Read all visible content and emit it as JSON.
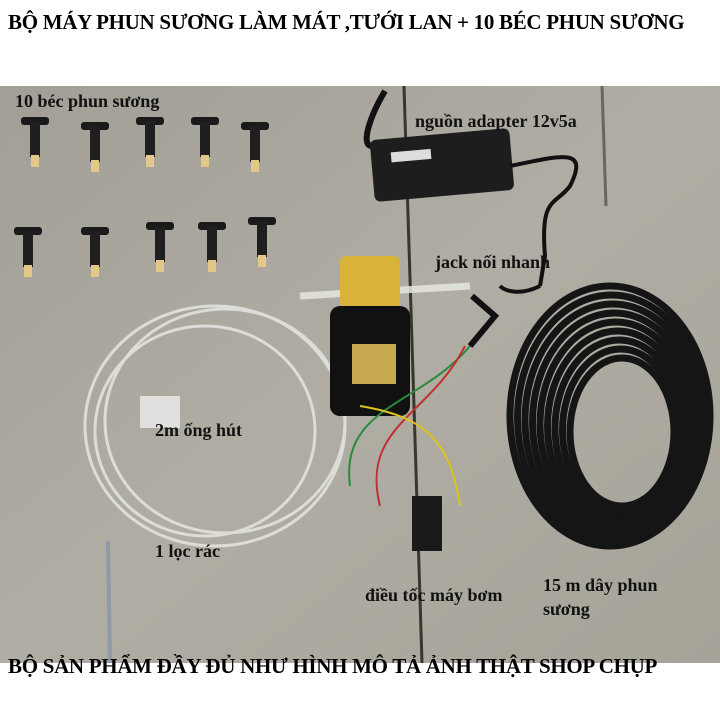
{
  "header": {
    "title": "BỘ MÁY PHUN SƯƠNG LÀM MÁT ,TƯỚI LAN + 10 BÉC PHUN SƯƠNG"
  },
  "labels": {
    "nozzles": "10 béc phun sương",
    "adapter": "nguồn adapter 12v5a",
    "jack": "jack nối nhanh",
    "suction_hose": "2m ống hút",
    "filter": "1 lọc rác",
    "speed_controller": "điều tốc máy bơm",
    "mist_hose_line1": "15 m dây phun",
    "mist_hose_line2": "sương"
  },
  "footer": {
    "caption": "BỘ SẢN PHẨM ĐẦY ĐỦ NHƯ HÌNH MÔ TẢ ẢNH THẬT SHOP CHỤP"
  },
  "colors": {
    "background_cardboard": "#a9a69d",
    "hose_black": "#151515",
    "pump_yellow": "#d9b23a"
  }
}
